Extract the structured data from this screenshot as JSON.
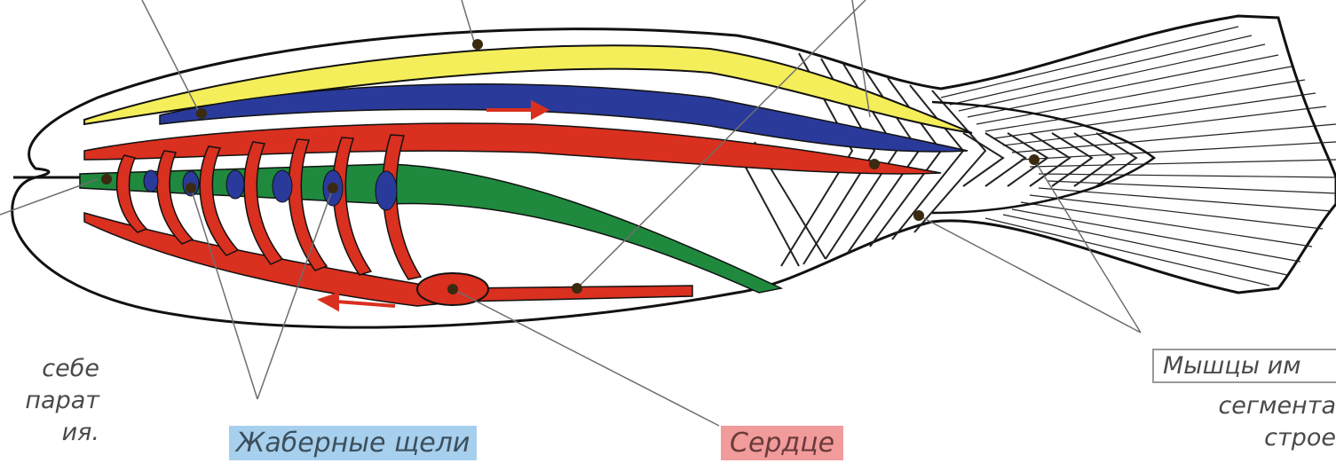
{
  "labels": {
    "left_note": [
      "себе",
      "парат",
      "ия."
    ],
    "gill_slits": "Жаберные щели",
    "heart": "Сердце",
    "muscle_box": "Мышцы им",
    "muscle_note": [
      "сегмента",
      "строе"
    ]
  },
  "colors": {
    "notochord": "#f4ee5a",
    "nerve_cord": "#2a3a9a",
    "blood_vessels": "#d9301f",
    "gut": "#1f8a3e",
    "pointer_lines": "#6e6e6e",
    "gill_badge": "#a7d0ee",
    "heart_badge": "#f19b9b"
  }
}
